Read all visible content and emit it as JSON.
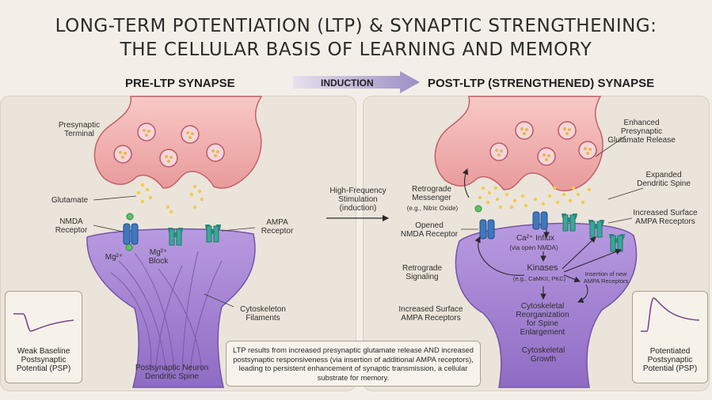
{
  "title": {
    "line1": "LONG-TERM POTENTIATION (LTP) & SYNAPTIC STRENGTHENING:",
    "line2": "THE CELLULAR BASIS OF LEARNING AND MEMORY"
  },
  "headers": {
    "pre": "PRE-LTP SYNAPSE",
    "induction": "INDUCTION",
    "post": "POST-LTP (STRENGTHENED) SYNAPSE"
  },
  "left": {
    "presynaptic_terminal": "Presynaptic\nTerminal",
    "glutamate": "Glutamate",
    "nmda_receptor": "NMDA\nReceptor",
    "ampa_receptor": "AMPA\nReceptor",
    "mg": "Mg²⁺",
    "mg_block": "Mg²⁺\nBlock",
    "cytoskeleton": "Cytoskeleton\nFilaments",
    "spine": "Postsynaptic Neuron\nDendritic Spine",
    "psp": "Weak Baseline\nPostsynaptic\nPotential (PSP)"
  },
  "middle": {
    "stimulation": "High-Frequency\nStimulation\n(induction)"
  },
  "right": {
    "enhanced_release": "Enhanced Presynaptic\nGlutamate Release",
    "expanded_spine": "Expanded\nDendritic Spine",
    "increased_surface_top": "Increased Surface\nAMPA Receptors",
    "retrograde_messenger": "Retrograde\nMessenger",
    "retrograde_example": "(e.g., Nitric Oxide)",
    "opened_nmda": "Opened\nNMDA Receptor",
    "retrograde_signaling": "Retrograde\nSignaling",
    "increased_surface_bottom": "Increased Surface\nAMPA Receptors",
    "ca_influx": "Ca²⁺ Influx",
    "ca_influx_sub": "(via open NMDA)",
    "kinases": "Kinases",
    "kinases_sub": "(e.g., CaMKII, PKC)",
    "insertion": "Insertion of new\nAMPA Receptors",
    "reorg": "Cytoskeletal\nReorganization\nfor Spine\nEnlargement",
    "growth": "Cytoskeletal\nGrowth",
    "psp": "Potentiated\nPostsynaptic\nPotential (PSP)"
  },
  "summary": "LTP results from increased presynaptic glutamate release AND increased postsynaptic responsiveness (via insertion of additional AMPA receptors), leading to persistent enhancement of synaptic transmission, a cellular substrate for memory.",
  "colors": {
    "background": "#f3efe8",
    "presynaptic": "#f2b8b8",
    "postsynaptic": "#a98ad4",
    "nmda": "#3f78c0",
    "ampa": "#3aa89a",
    "vesicle": "#f6d54a"
  }
}
